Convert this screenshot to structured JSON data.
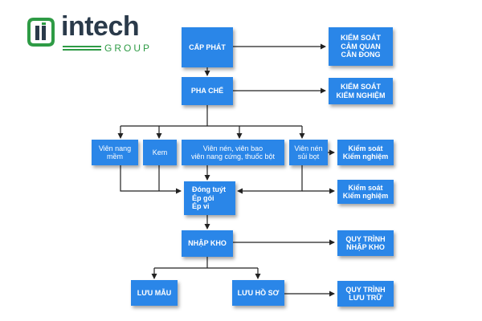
{
  "brand": {
    "name": "intech",
    "sub": "GROUP",
    "color_green": "#2e9b45",
    "color_dark": "#2a3a4a"
  },
  "colors": {
    "box": "#2a86e8",
    "line": "#222222"
  },
  "nodes": {
    "cap_phat": {
      "lines": [
        "CẤP PHÁT"
      ]
    },
    "ks_cam_quan": {
      "lines": [
        "KIỂM SOÁT",
        "CẢM QUAN",
        "CÂN ĐONG"
      ]
    },
    "pha_che": {
      "lines": [
        "PHA CHẾ"
      ]
    },
    "ks_kiem_nghiem_1": {
      "lines": [
        "KIỂM SOÁT",
        "KIỂM NGHIỆM"
      ]
    },
    "vien_nang_mem": {
      "lines": [
        "Viên nang",
        "mềm"
      ]
    },
    "kem": {
      "lines": [
        "Kem"
      ]
    },
    "vien_nen": {
      "lines": [
        "Viên nén, viên bao",
        "viên nang cứng, thuốc bột"
      ]
    },
    "vien_nen_sui_bot": {
      "lines": [
        "Viên nén",
        "sủi bọt"
      ]
    },
    "ks_kiem_nghiem_2": {
      "lines": [
        "Kiểm soát",
        "Kiểm nghiệm"
      ]
    },
    "dong_tuyt": {
      "lines": [
        "Đóng tuýt",
        "Ép gói",
        "Ép vỉ"
      ]
    },
    "ks_kiem_nghiem_3": {
      "lines": [
        "Kiểm soát",
        "Kiểm nghiệm"
      ]
    },
    "nhap_kho": {
      "lines": [
        "NHẬP KHO"
      ]
    },
    "qt_nhap_kho": {
      "lines": [
        "QUY TRÌNH",
        "NHẬP KHO"
      ]
    },
    "luu_mau": {
      "lines": [
        "LƯU MẪU"
      ]
    },
    "luu_ho_so": {
      "lines": [
        "LƯU HỒ SƠ"
      ]
    },
    "qt_luu_tru": {
      "lines": [
        "QUY TRÌNH",
        "LƯU TRỮ"
      ]
    }
  }
}
